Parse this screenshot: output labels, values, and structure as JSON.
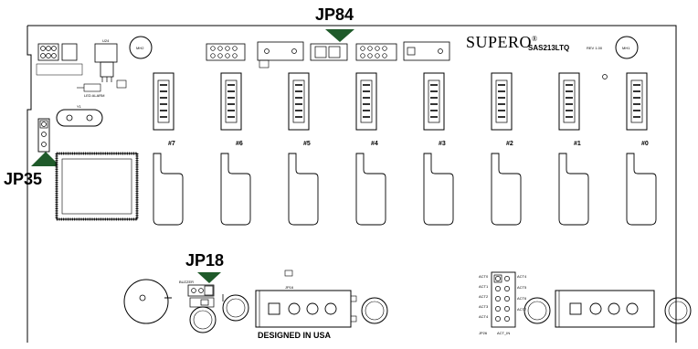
{
  "callouts": {
    "jp84": "JP84",
    "jp35": "JP35",
    "jp18": "JP18"
  },
  "brand": {
    "logo": "SUPERO",
    "registered": "®",
    "model": "SAS213LTQ",
    "revision": "REV 1.00"
  },
  "footer": {
    "designed": "DESIGNED IN USA"
  },
  "bays": [
    "#7",
    "#6",
    "#5",
    "#4",
    "#3",
    "#2",
    "#1",
    "#0"
  ],
  "labels": {
    "buzzer": "BUZZER",
    "alarm": "LED ALARM",
    "y1": "Y1",
    "mh2": "MH2",
    "mh1": "MH1",
    "act_in": "ACT_IN",
    "jp26": "JP26",
    "jp16": "JP16",
    "u24": "U24",
    "act_left": [
      "ACT0",
      "ACT1",
      "ACT2",
      "ACT3",
      "ACT4"
    ],
    "act_right": [
      "ACT4",
      "ACT5",
      "ACT6",
      "ACT7"
    ]
  },
  "colors": {
    "marker": "#1f5a2a",
    "ink": "#000000"
  }
}
